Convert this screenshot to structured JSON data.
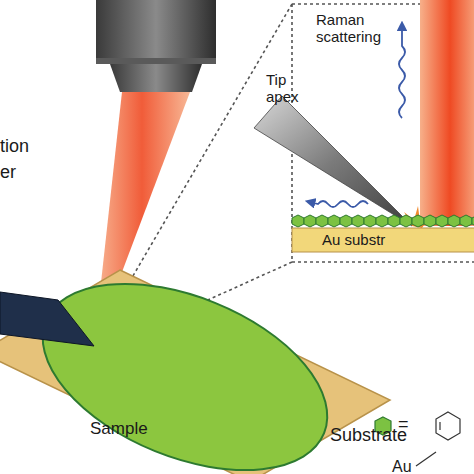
{
  "diagram": {
    "nodes": [
      {
        "text": [
          "Substrate"
        ]
      },
      {
        "text": [
          "Sample"
        ],
        "in": 0
      },
      {
        "text": [
          "Au substr"
        ]
      }
    ],
    "labels": [
      "tion",
      "er",
      "Raman scattering",
      "Tip apex",
      "=",
      "Au"
    ]
  }
}
